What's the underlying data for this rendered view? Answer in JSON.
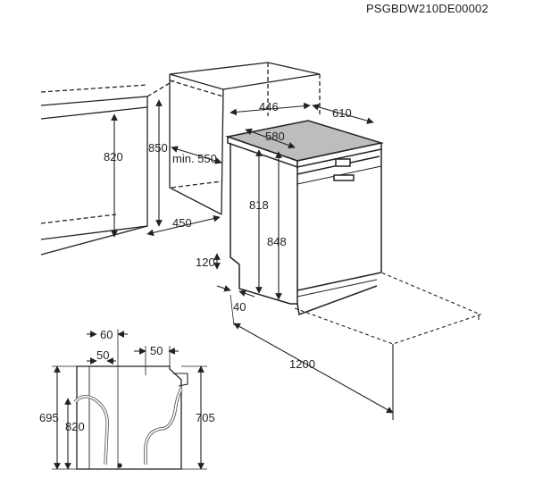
{
  "doc_code": "PSGBDW210DE00002",
  "dimensions": {
    "cabinet_height_left": "820",
    "niche_height": "850",
    "min_depth": "min. 550",
    "niche_width": "450",
    "top_width": "446",
    "top_depth": "610",
    "top_inner_depth": "580",
    "height_inner": "818",
    "height_outer": "848",
    "plinth_height": "120",
    "plinth_depth": "40",
    "floor_length": "1200",
    "side_offset": "60",
    "hose_left_offset": "50",
    "hose_right_offset": "50",
    "side_height_left": "695",
    "side_hose_height": "820",
    "side_height_right": "705"
  }
}
